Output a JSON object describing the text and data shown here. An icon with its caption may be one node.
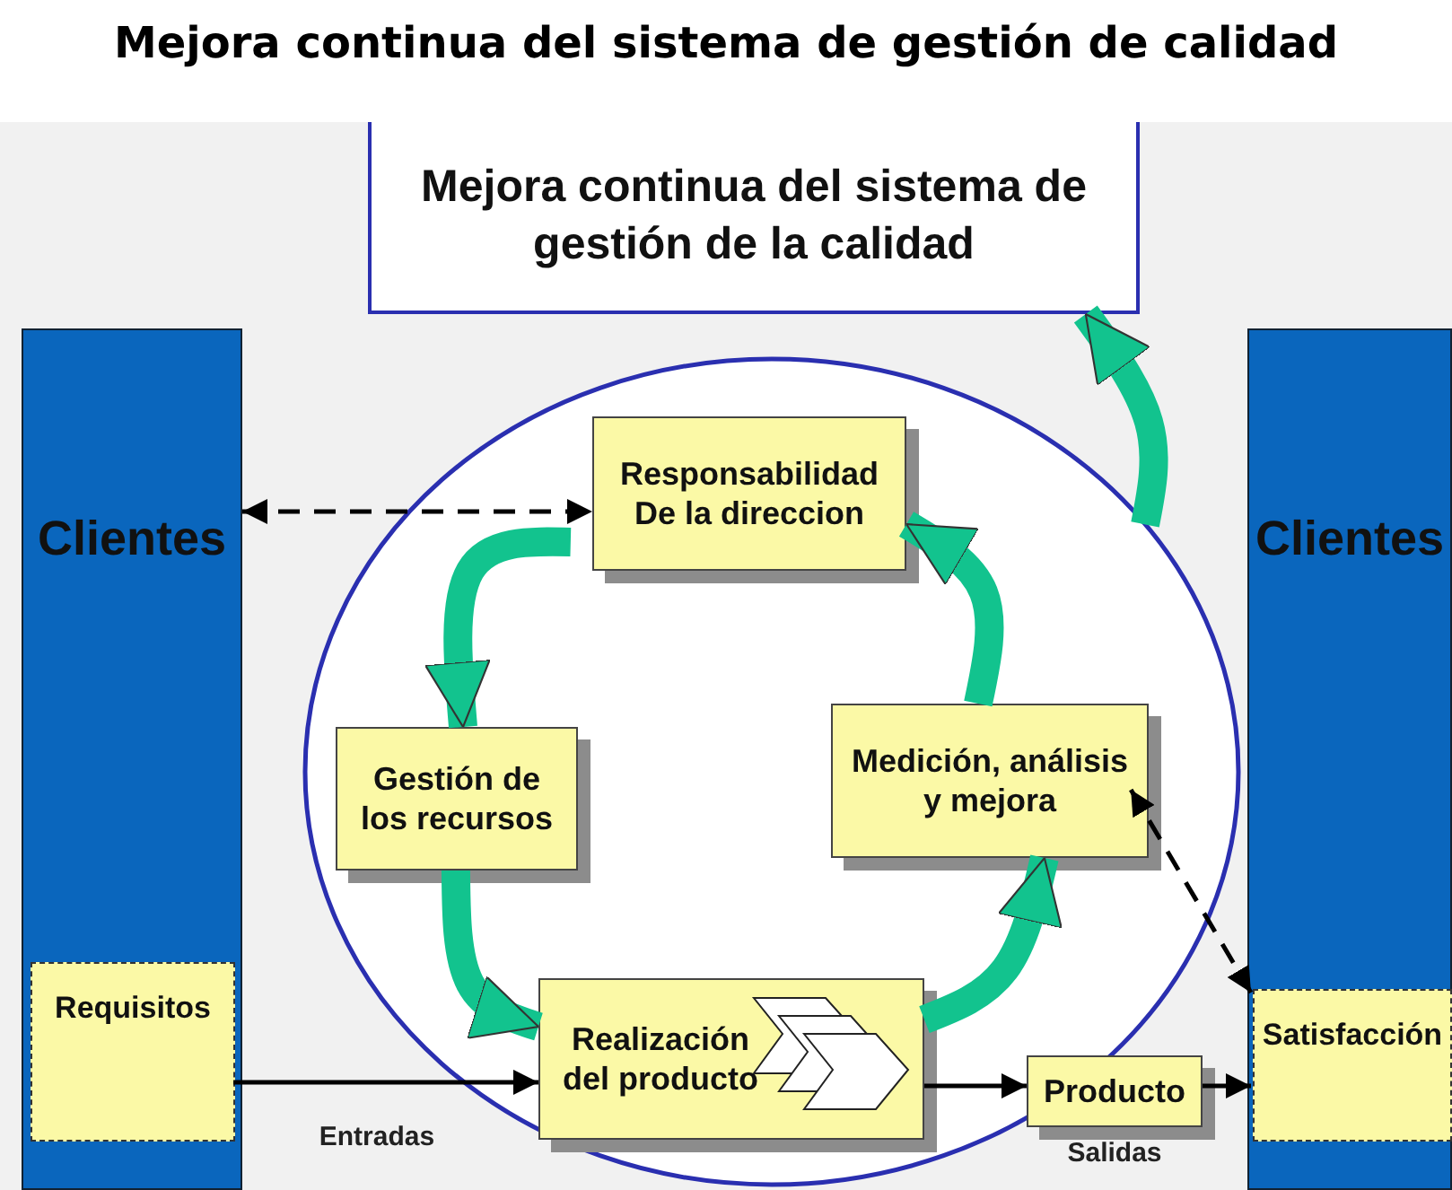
{
  "diagram": {
    "title": "Mejora continua del sistema de gestión de calidad",
    "nodes": [
      {
        "text": [
          "Mejora continua del sistema de gestión de la calidad"
        ]
      },
      {
        "text": [
          "Clientes"
        ]
      },
      {
        "text": [
          "Requisitos"
        ],
        "in": 1
      },
      {
        "text": [],
        "shape": "circle"
      },
      {
        "text": [
          "Responsabilidad De la direccion"
        ],
        "in": 3
      },
      {
        "text": [
          "Gestión de los recursos"
        ],
        "in": 3
      },
      {
        "text": [
          "Medición, análisis y mejora"
        ],
        "in": 3
      },
      {
        "text": [
          "Realización del producto"
        ],
        "in": 3
      },
      {
        "text": [
          "Producto"
        ],
        "beside": [
          "Salidas"
        ]
      },
      {
        "text": [
          "Clientes"
        ]
      },
      {
        "text": [
          "Satisfacción"
        ],
        "in": 9
      }
    ],
    "edges": [
      {
        "from": 1,
        "to": 4,
        "arrow": "both",
        "style": "dashed"
      },
      {
        "from": 4,
        "to": 5,
        "arrow": "to",
        "style": "thick",
        "color": "#12c38e"
      },
      {
        "from": 5,
        "to": 7,
        "arrow": "to",
        "style": "thick",
        "color": "#12c38e"
      },
      {
        "from": 7,
        "to": 6,
        "arrow": "to",
        "style": "thick",
        "color": "#12c38e"
      },
      {
        "from": 6,
        "to": 4,
        "arrow": "to",
        "style": "thick",
        "color": "#12c38e"
      },
      {
        "from": 3,
        "to": 0,
        "arrow": "to",
        "style": "thick",
        "color": "#12c38e"
      },
      {
        "from": 2,
        "to": 7,
        "arrow": "to",
        "label": "Entradas"
      },
      {
        "from": 7,
        "to": 8,
        "arrow": "to"
      },
      {
        "from": 8,
        "to": 10,
        "arrow": "to"
      },
      {
        "from": 6,
        "to": 10,
        "arrow": "both",
        "style": "dashed"
      }
    ]
  }
}
